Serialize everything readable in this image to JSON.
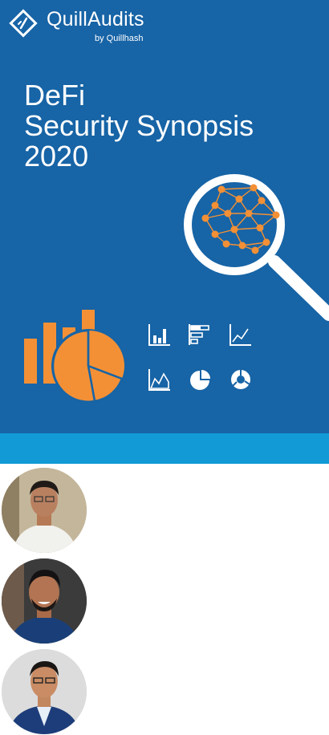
{
  "brand": {
    "name": "QuillAudits",
    "subtitle": "by Quillhash"
  },
  "cover": {
    "title_lines": [
      "DeFi",
      "Security Synopsis",
      "2020"
    ]
  },
  "icons": [
    "bar-chart-icon",
    "horizontal-bar-chart-icon",
    "line-chart-icon",
    "area-chart-icon",
    "pie-chart-icon",
    "donut-chart-icon"
  ],
  "authors": [
    {
      "name": "author-photo-1"
    },
    {
      "name": "author-photo-2"
    },
    {
      "name": "author-photo-3"
    }
  ],
  "colors": {
    "cover_bg": "#1764a6",
    "stripe": "#129ad6",
    "accent": "#f39035"
  }
}
